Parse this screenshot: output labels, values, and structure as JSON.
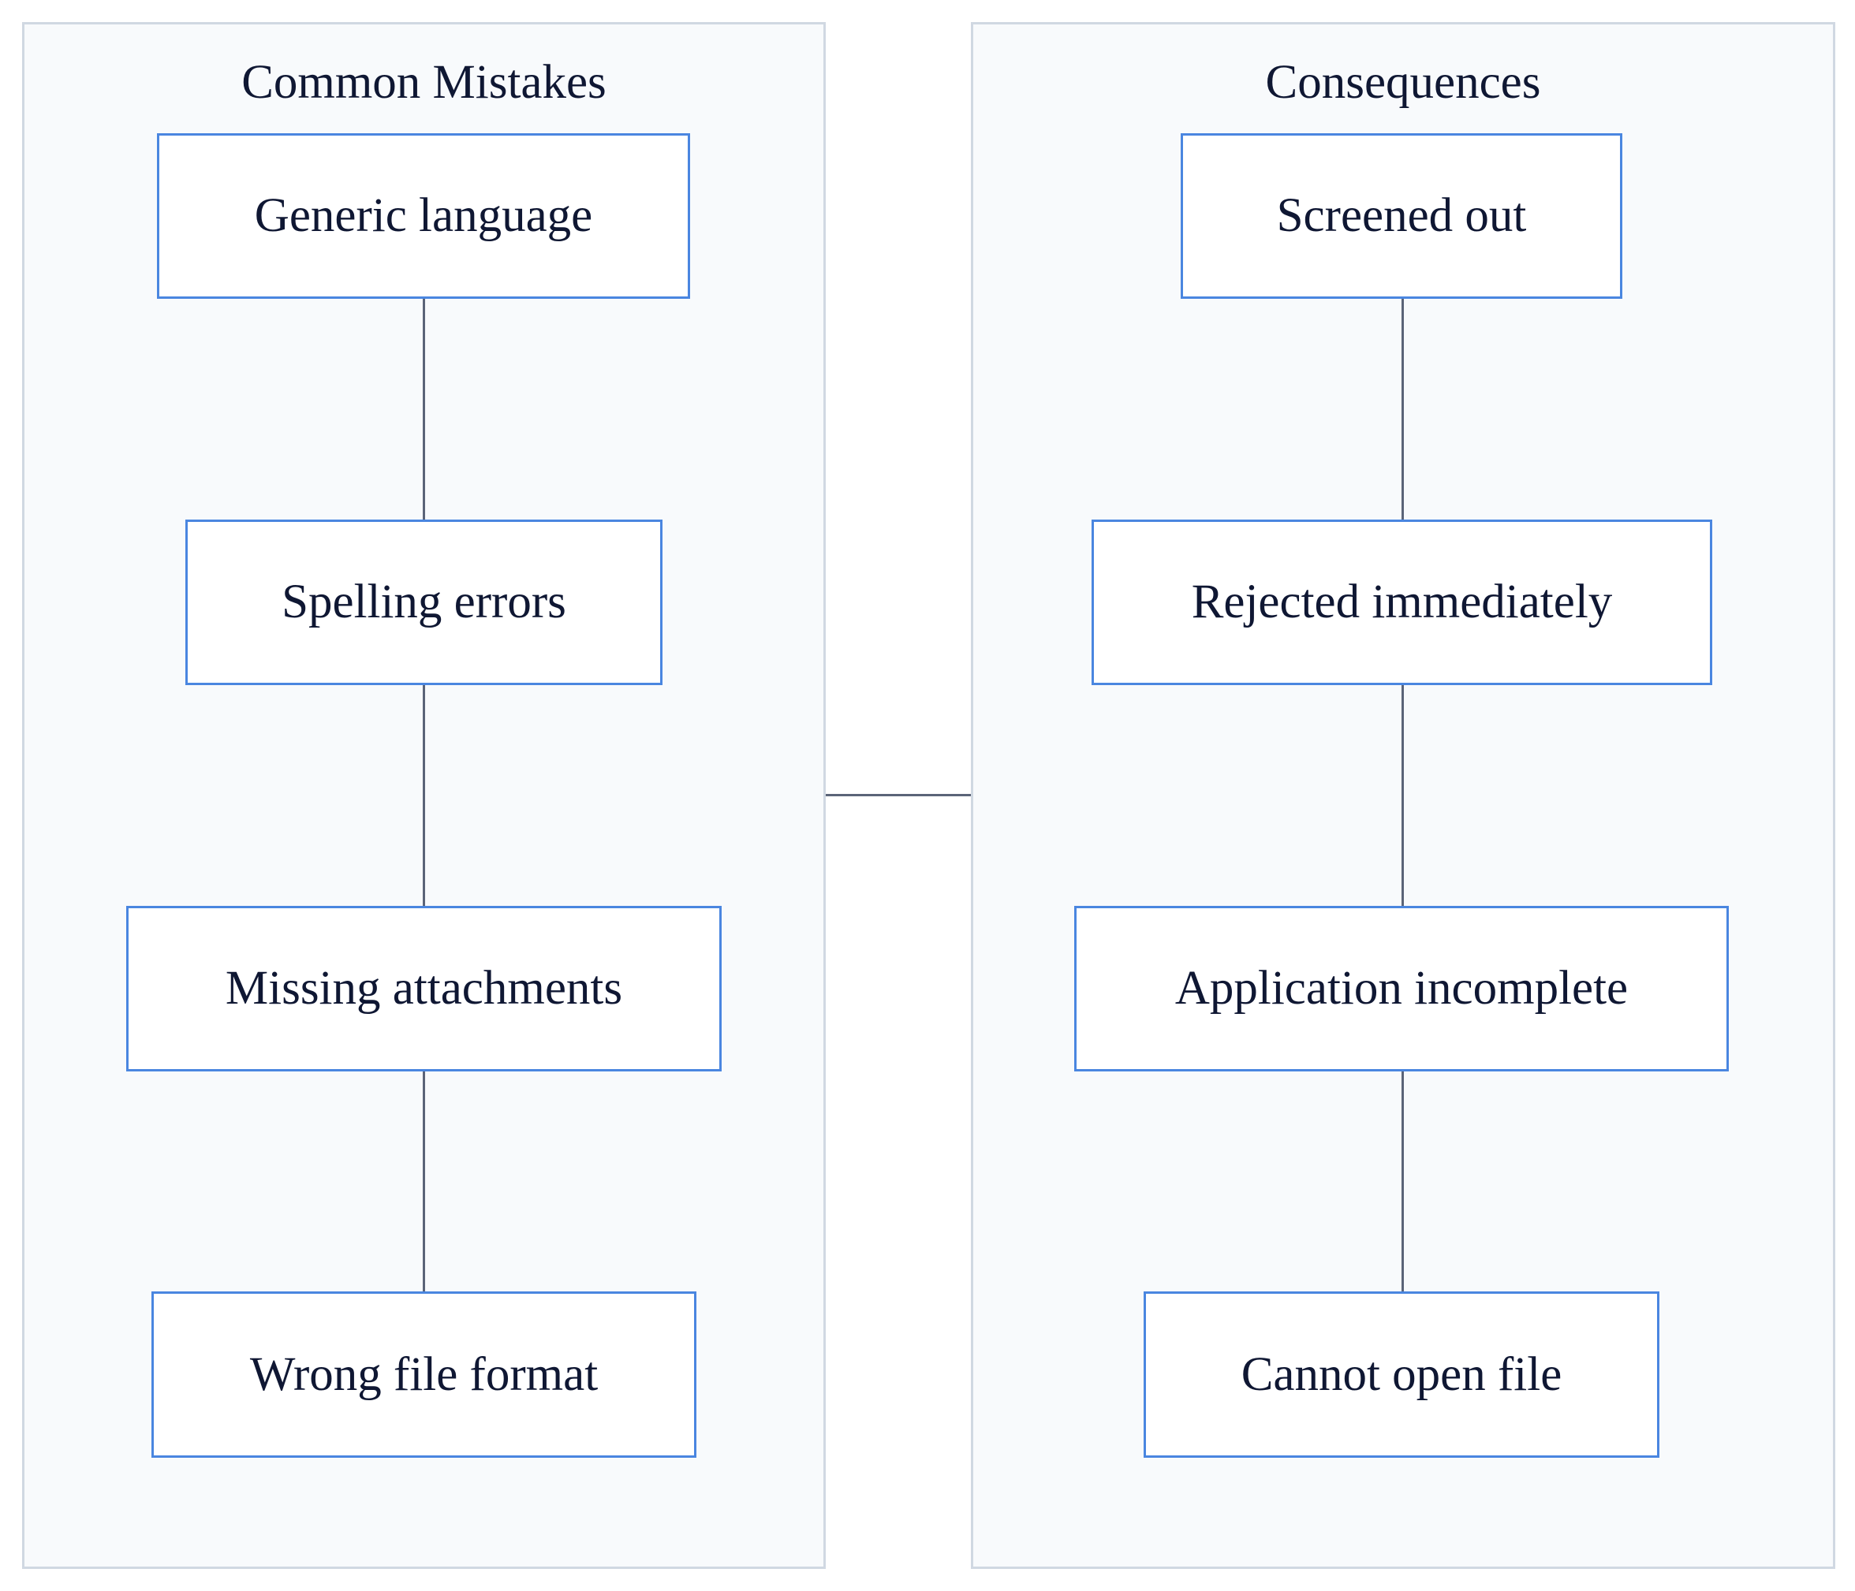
{
  "diagram": {
    "left_group": {
      "title": "Common Mistakes",
      "nodes": [
        {
          "label": "Generic language"
        },
        {
          "label": "Spelling errors"
        },
        {
          "label": "Missing attachments"
        },
        {
          "label": "Wrong file format"
        }
      ]
    },
    "right_group": {
      "title": "Consequences",
      "nodes": [
        {
          "label": "Screened out"
        },
        {
          "label": "Rejected immediately"
        },
        {
          "label": "Application incomplete"
        },
        {
          "label": "Cannot open file"
        }
      ]
    },
    "colors": {
      "group_fill": "#f8fafc",
      "group_border": "#d0d8e2",
      "node_border": "#4a86e0",
      "edge": "#5b6478",
      "text": "#0f1733"
    }
  }
}
